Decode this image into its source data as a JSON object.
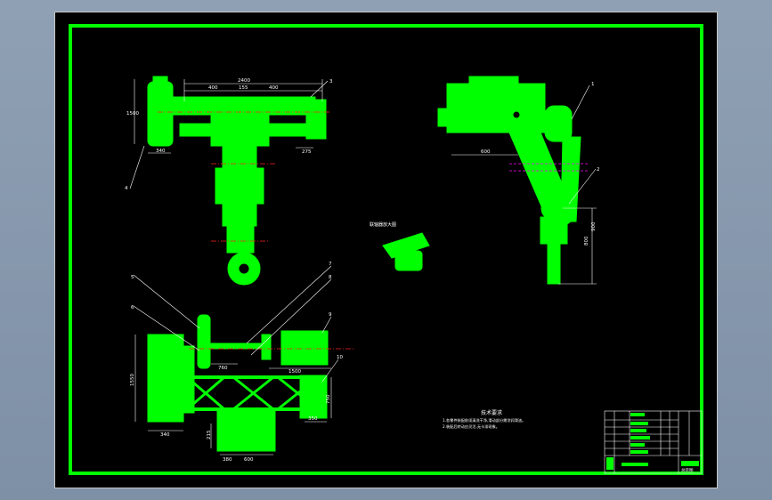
{
  "colors": {
    "background": "#000000",
    "frame": "#00ff00",
    "part": "#00ff00",
    "dimension_line": "#ffffff",
    "center_line": "#ff2020",
    "hidden_line": "#ff00ff",
    "outer_bg": "#8fa0b4"
  },
  "top_view": {
    "dim_overall": "2400",
    "dim_left": "400",
    "dim_mid": "155",
    "dim_right": "400",
    "dim_height": "1500",
    "dim_base": "340",
    "dim_side": "275",
    "callout_3": "3",
    "callout_4": "4"
  },
  "side_view": {
    "callout_1": "1",
    "callout_2": "2",
    "dim_bottom": "800",
    "dim_left": "600",
    "dim_right": "900"
  },
  "bottom_view": {
    "callout_5": "5",
    "callout_6": "6",
    "callout_7": "7",
    "callout_8": "8",
    "callout_9": "9",
    "callout_10": "10",
    "dim_left_height": "1550",
    "dim_left_base": "340",
    "dim_mid": "760",
    "dim_shaft": "1500",
    "dim_right": "750",
    "dim_right_base": "350",
    "dim_bottom_left": "380",
    "dim_bottom_right": "600",
    "dim_bottom_height": "215"
  },
  "detail": {
    "label": "联轴器放大图"
  },
  "notes": {
    "title": "技术要求",
    "line1": "1.各零件装配前须清洗干净,滑动部分需涂润滑油。",
    "line2": "2.装配后转动应灵活,无卡滞现象。"
  },
  "title_block": {
    "rows": [
      "",
      "",
      "",
      "",
      "",
      ""
    ],
    "drawing_title": "总装图"
  }
}
